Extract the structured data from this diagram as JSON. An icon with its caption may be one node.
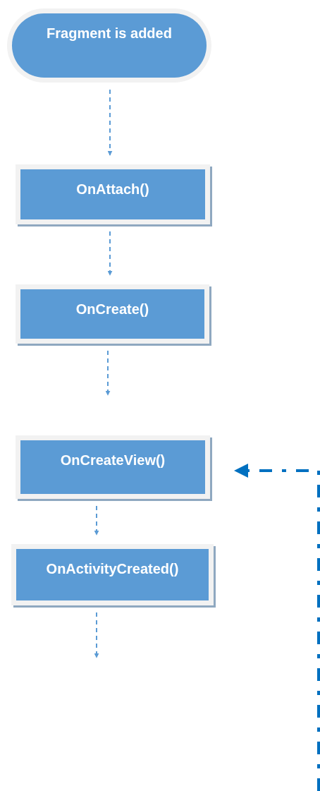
{
  "diagram": {
    "nodes": [
      {
        "text": [
          "Fragment is added"
        ]
      },
      {
        "text": [
          "OnAttach()"
        ]
      },
      {
        "text": [
          "OnCreate()"
        ]
      },
      {
        "text": [
          "OnCreateView()"
        ]
      },
      {
        "text": [
          "OnActivityCreated()"
        ]
      }
    ],
    "edges": [
      {
        "from": 0,
        "to": 1,
        "arrow": "to",
        "style": "dashed"
      },
      {
        "from": 1,
        "to": 2,
        "arrow": "to",
        "style": "dashed"
      },
      {
        "from": 2,
        "to": null,
        "arrow": "to",
        "style": "dashed"
      },
      {
        "from": 3,
        "to": 4,
        "arrow": "to",
        "style": "dashed"
      },
      {
        "from": 4,
        "to": null,
        "arrow": "to",
        "style": "dashed"
      },
      {
        "from": null,
        "to": 3,
        "arrow": "to",
        "style": "dashed",
        "color": "#0070c0"
      }
    ]
  }
}
